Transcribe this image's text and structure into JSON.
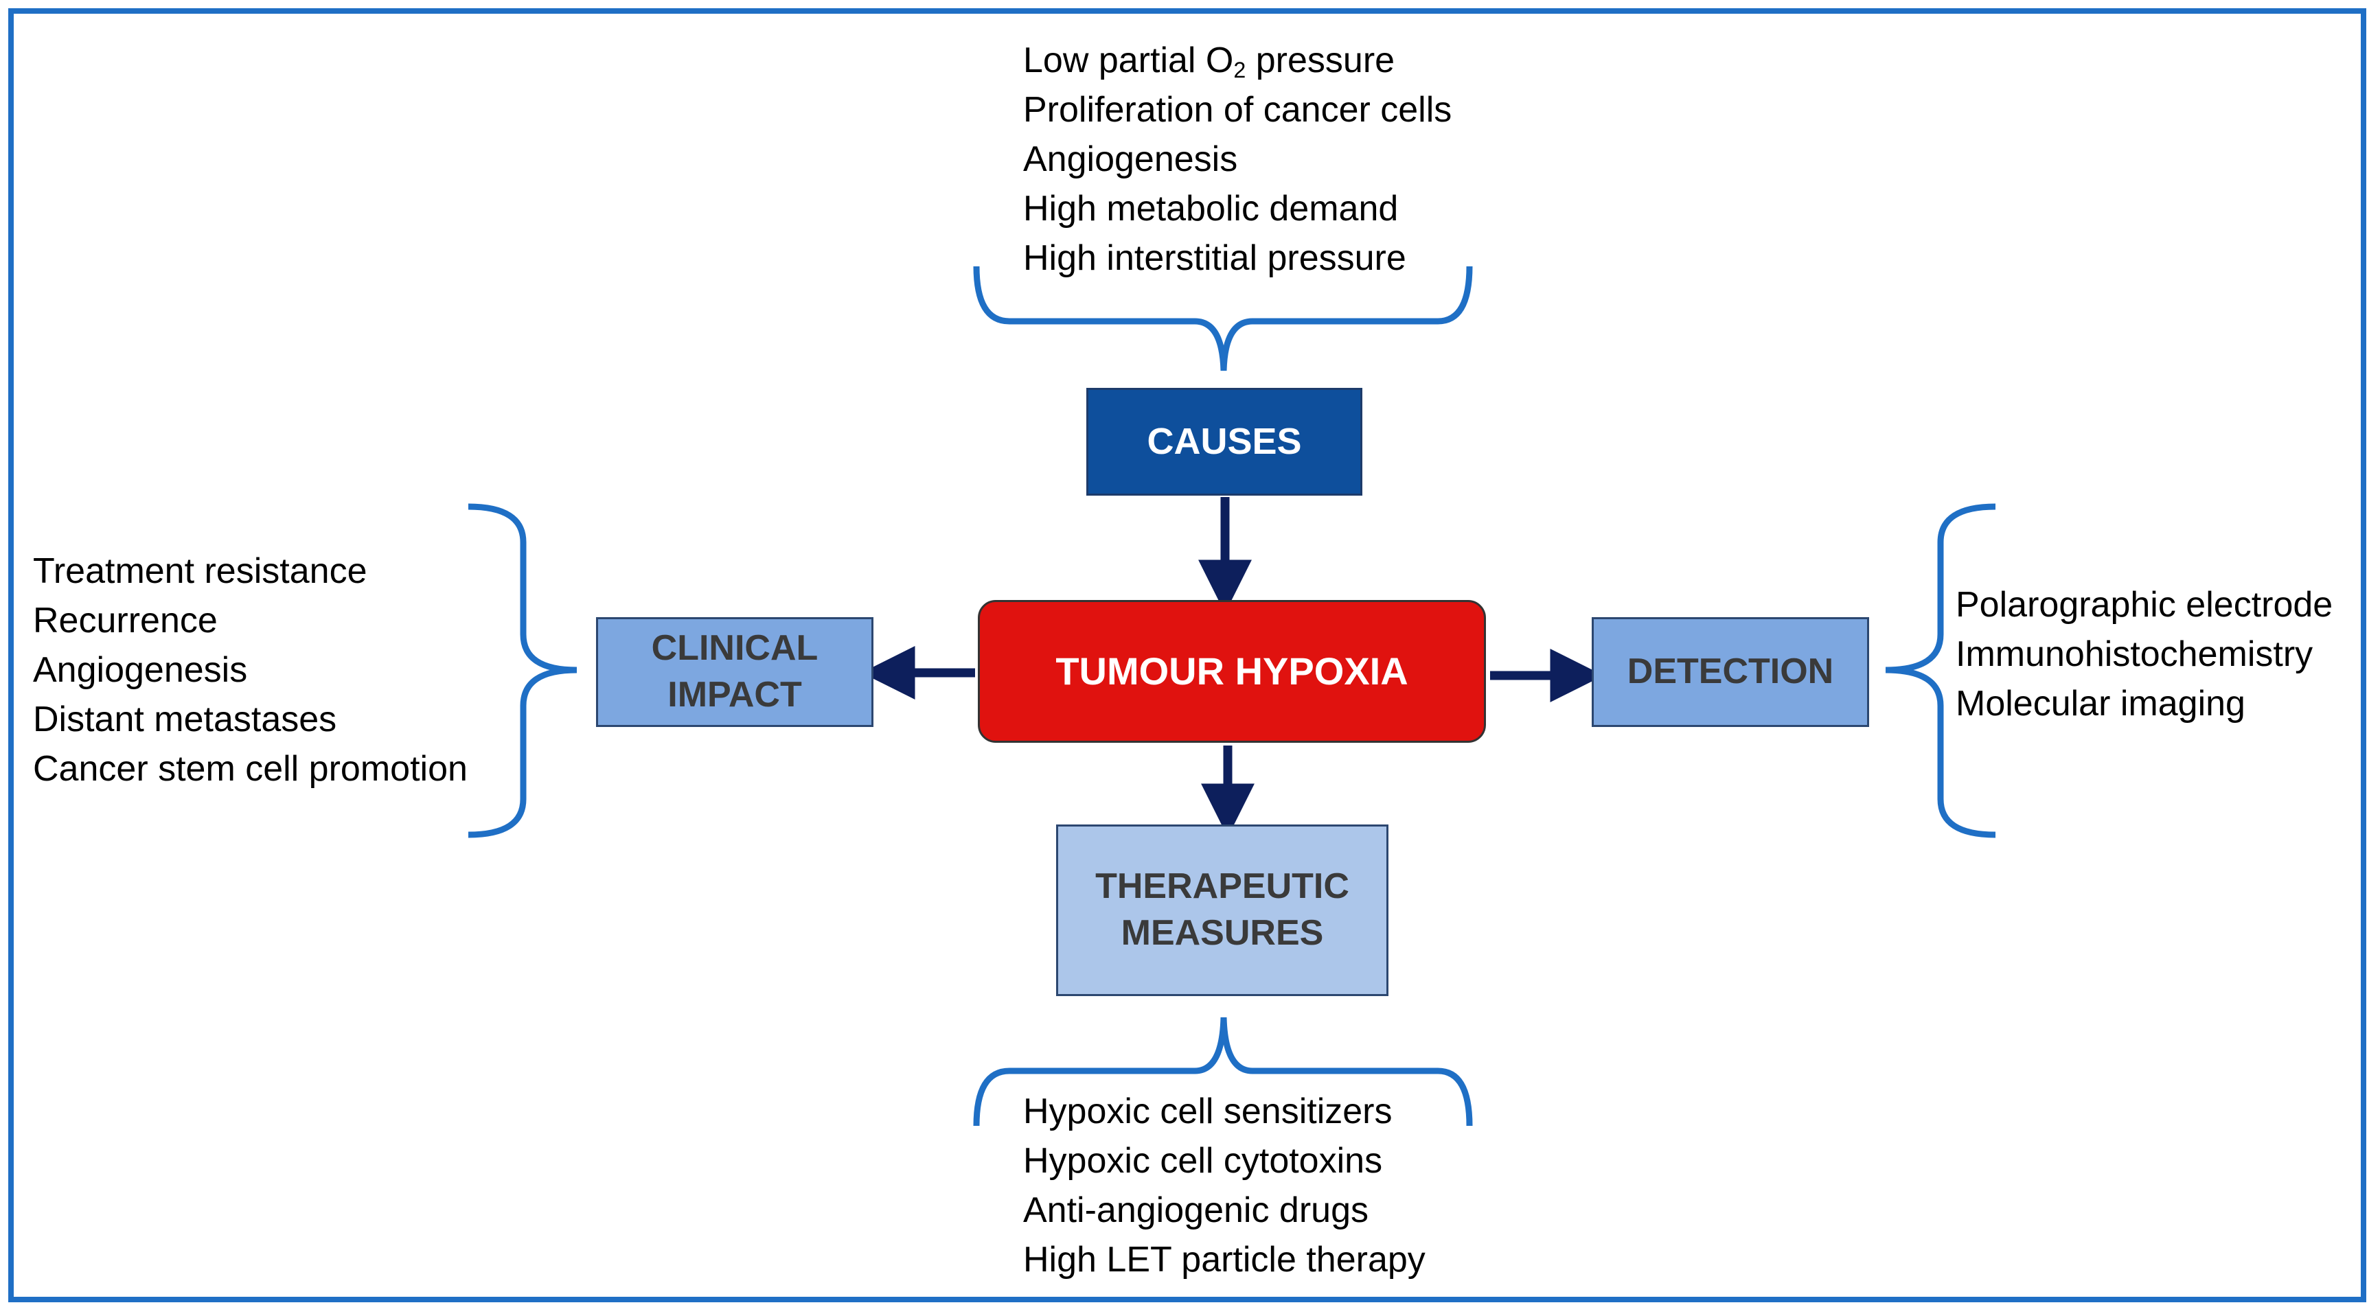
{
  "center": {
    "label": "TUMOUR HYPOXIA"
  },
  "causes": {
    "label": "CAUSES",
    "items": [
      {
        "prefix": "Low partial O",
        "sub": "2",
        "suffix": " pressure"
      },
      "Proliferation of cancer cells",
      "Angiogenesis",
      "High metabolic demand",
      "High interstitial pressure"
    ]
  },
  "clinical_impact": {
    "label_line1": "CLINICAL",
    "label_line2": "IMPACT",
    "items": [
      "Treatment resistance",
      "Recurrence",
      "Angiogenesis",
      "Distant metastases",
      "Cancer stem cell promotion"
    ]
  },
  "detection": {
    "label": "DETECTION",
    "items": [
      "Polarographic electrode",
      "Immunohistochemistry",
      "Molecular imaging"
    ]
  },
  "therapeutic_measures": {
    "label_line1": "THERAPEUTIC",
    "label_line2": "MEASURES",
    "items": [
      "Hypoxic cell sensitizers",
      "Hypoxic cell cytotoxins",
      "Anti-angiogenic drugs",
      "High LET particle therapy"
    ]
  },
  "colors": {
    "frame": "#1f6fc5",
    "brace": "#1f6fc5",
    "arrow": "#0d1f5c",
    "center_fill": "#e0120f",
    "causes_fill": "#0e4f9c",
    "side_fill": "#7da7e0",
    "therapy_fill": "#acc6ea"
  }
}
